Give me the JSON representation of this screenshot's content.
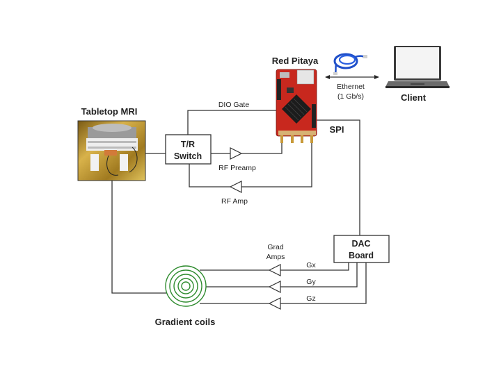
{
  "nodes": {
    "tabletop_mri": {
      "title": "Tabletop MRI"
    },
    "tr_switch": {
      "line1": "T/R",
      "line2": "Switch"
    },
    "red_pitaya": {
      "title": "Red Pitaya"
    },
    "client": {
      "title": "Client"
    },
    "dac_board": {
      "line1": "DAC",
      "line2": "Board"
    },
    "gradient_coils": {
      "title": "Gradient coils"
    }
  },
  "links": {
    "dio_gate": "DIO Gate",
    "rf_preamp": "RF Preamp",
    "rf_amp": "RF Amp",
    "spi": "SPI",
    "ethernet_line1": "Ethernet",
    "ethernet_line2": "(1 Gb/s)",
    "grad_amps_line1": "Grad",
    "grad_amps_line2": "Amps",
    "gx": "Gx",
    "gy": "Gy",
    "gz": "Gz"
  },
  "colors": {
    "coil": "#2e8b2e",
    "pcb_red": "#c8281e",
    "cable_blue": "#1f4fc9",
    "mri_gold": "#b8912a"
  }
}
